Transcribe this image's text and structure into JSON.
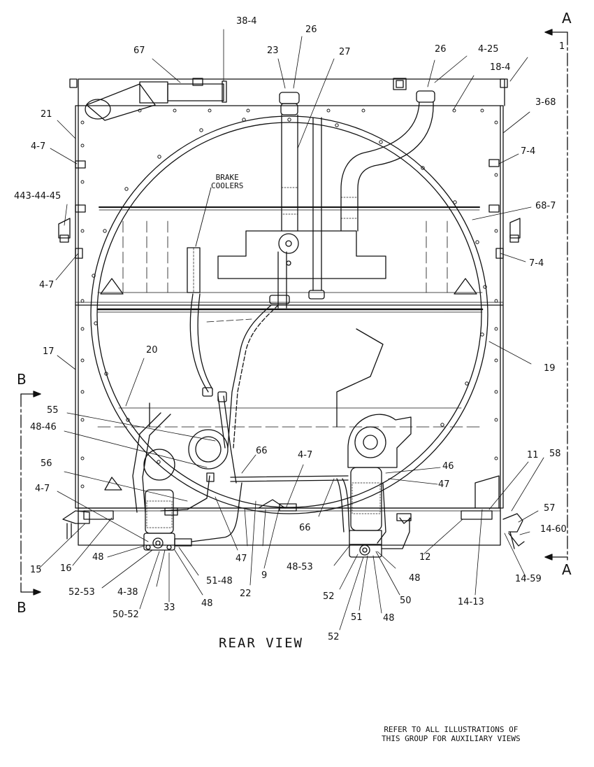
{
  "view_title": "REAR VIEW",
  "footnote": [
    "REFER TO ALL ILLUSTRATIONS OF",
    "THIS GROUP FOR AUXILIARY VIEWS"
  ],
  "component_label": [
    "BRAKE",
    "COOLERS"
  ],
  "section_markers": {
    "a_top": "A",
    "a_bottom": "A",
    "b_top": "B",
    "b_bottom": "B"
  },
  "callouts": {
    "c38_4": "38-4",
    "c67": "67",
    "c23": "23",
    "c26_left": "26",
    "c27": "27",
    "c26_right": "26",
    "c4_25": "4-25",
    "c1": "1",
    "c18_4": "18-4",
    "c21": "21",
    "c3_68": "3-68",
    "c4_7_a": "4-7",
    "c7_4_a": "7-4",
    "c43_44_45": "443-44-45",
    "c68_7": "68-7",
    "c4_7_b": "4-7",
    "c7_4_b": "7-4",
    "c17": "17",
    "c20": "20",
    "c19": "19",
    "c55": "55",
    "c48_46": "48-46",
    "c66_a": "66",
    "c4_7_c": "4-7",
    "c46": "46",
    "c11": "11",
    "c58": "58",
    "c56": "56",
    "c47_a": "47",
    "c4_7_d": "4-7",
    "c66_b": "66",
    "c57": "57",
    "c14_60": "14-60",
    "c15": "15",
    "c16": "16",
    "c48_a": "48",
    "c47_b": "47",
    "c9": "9",
    "c48_53": "48-53",
    "c12": "12",
    "c48_b": "48",
    "c14_59": "14-59",
    "c52_53": "52-53",
    "c4_38": "4-38",
    "c51_48": "51-48",
    "c22": "22",
    "c52_a": "52",
    "c50": "50",
    "c14_13": "14-13",
    "c50_52": "50-52",
    "c33": "33",
    "c48_c": "48",
    "c51": "51",
    "c48_d": "48",
    "c52_b": "52"
  }
}
